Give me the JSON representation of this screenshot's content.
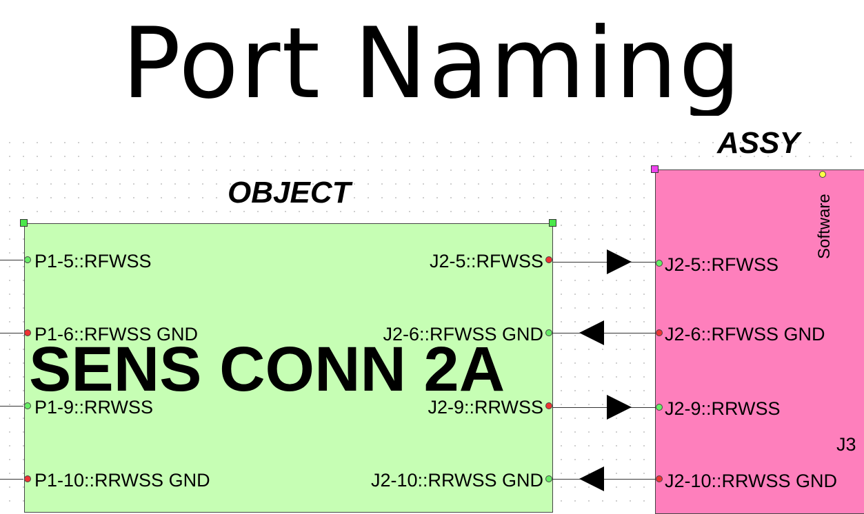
{
  "title": "Port Naming",
  "object": {
    "label": "OBJECT",
    "name": "SENS CONN 2A",
    "left_ports": [
      "P1-5::RFWSS",
      "P1-6::RFWSS GND",
      "P1-9::RRWSS",
      "P1-10::RRWSS GND"
    ],
    "right_ports": [
      "J2-5::RFWSS",
      "J2-6::RFWSS GND",
      "J2-9::RRWSS",
      "J2-10::RRWSS GND"
    ]
  },
  "assy": {
    "label": "ASSY",
    "ports": [
      "J2-5::RFWSS",
      "J2-6::RFWSS GND",
      "J2-9::RRWSS",
      "J2-10::RRWSS GND"
    ],
    "side_label": "Software",
    "clipped_label": "J3"
  },
  "connections": [
    {
      "from": "J2-5::RFWSS",
      "direction": "right"
    },
    {
      "from": "J2-6::RFWSS GND",
      "direction": "left"
    },
    {
      "from": "J2-9::RRWSS",
      "direction": "right"
    },
    {
      "from": "J2-10::RRWSS GND",
      "direction": "left"
    }
  ],
  "colors": {
    "object_fill": "#c6feb4",
    "assy_fill": "#fe7fbc",
    "pin_green": "#66ee66",
    "pin_red": "#ee3333",
    "handle_green": "#4ae84a",
    "handle_magenta": "#ee44ee"
  }
}
